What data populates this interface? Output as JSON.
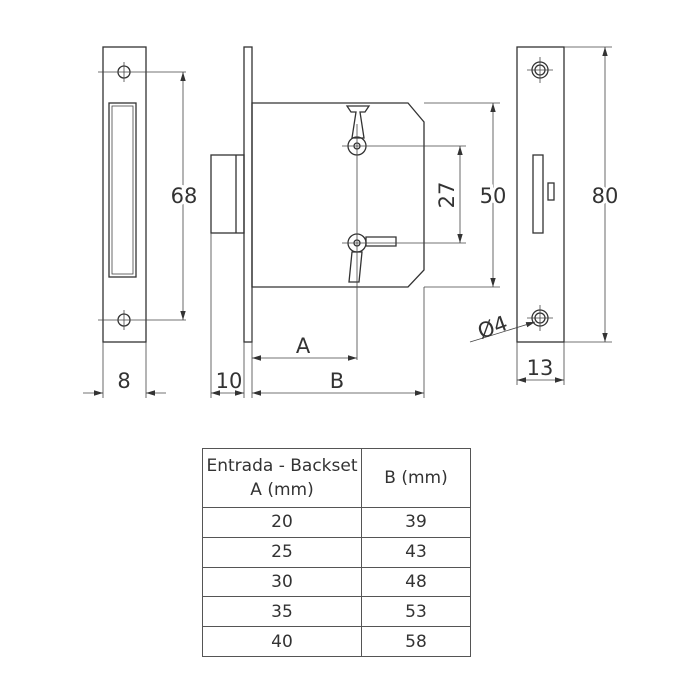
{
  "dimensions": {
    "faceplate_height": "68",
    "faceplate_width": "8",
    "flange_depth": "10",
    "backset_a": "A",
    "total_b": "B",
    "keyhole_spacing": "27",
    "body_height": "50",
    "strike_height": "80",
    "hole_diameter": "Ø4",
    "strike_width": "13"
  },
  "table": {
    "header_a": "Entrada - Backset  A (mm)",
    "header_b": "B (mm)",
    "rows": [
      {
        "a": "20",
        "b": "39"
      },
      {
        "a": "25",
        "b": "43"
      },
      {
        "a": "30",
        "b": "48"
      },
      {
        "a": "35",
        "b": "53"
      },
      {
        "a": "40",
        "b": "58"
      }
    ]
  }
}
